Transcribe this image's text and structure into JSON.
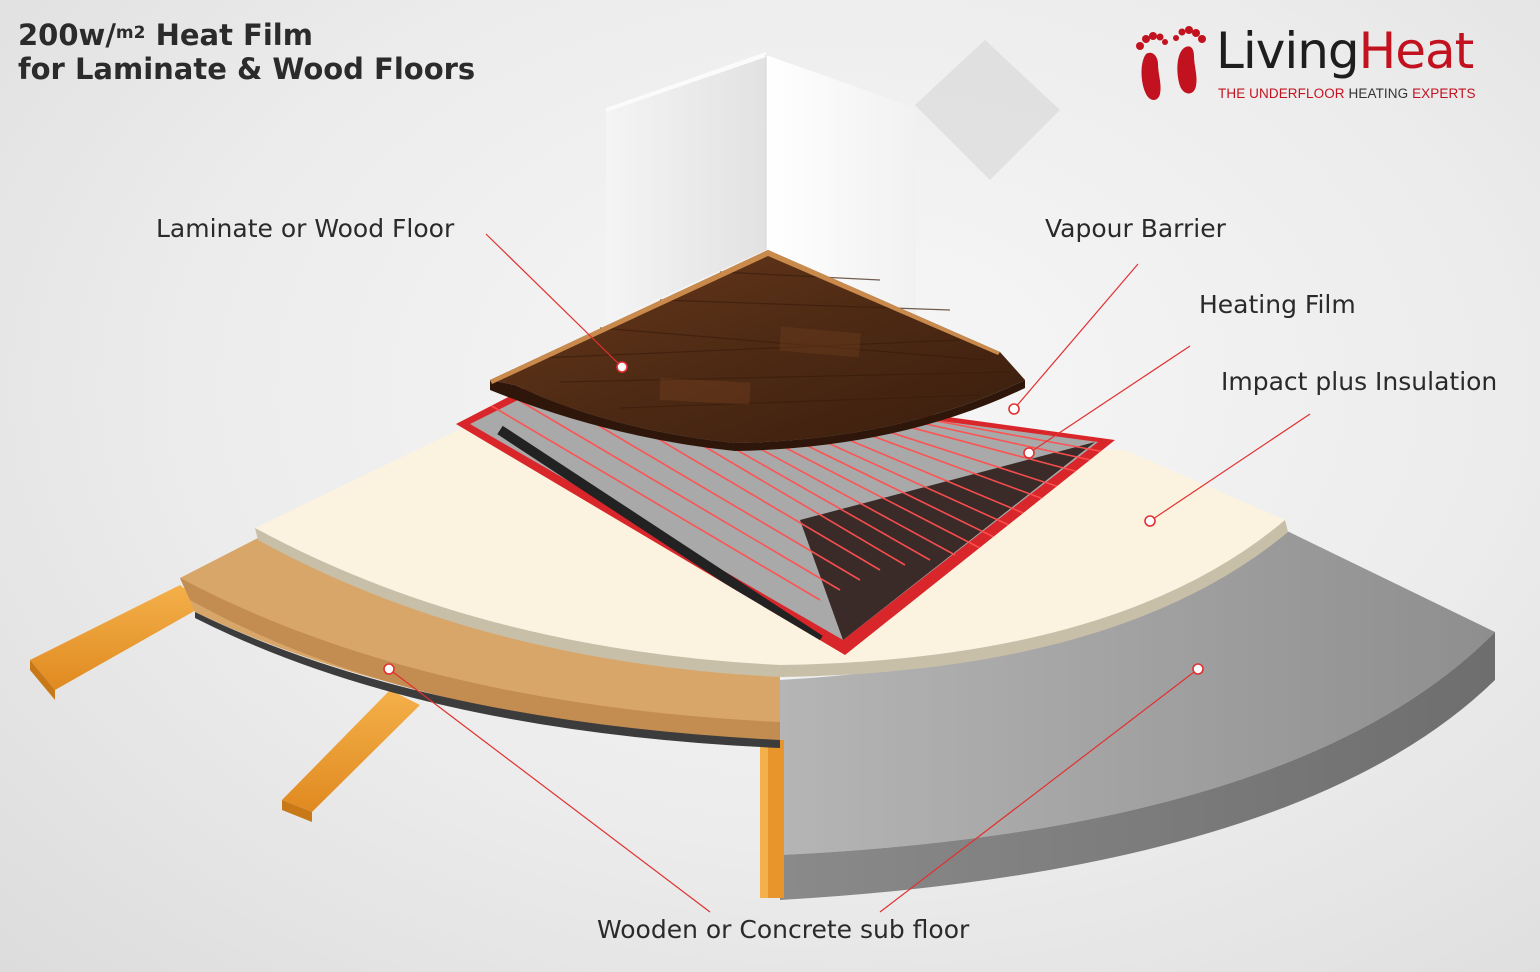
{
  "title": {
    "line1_prefix": "200w/",
    "line1_sup": "m2",
    "line1_suffix": " Heat Film",
    "line2": "for Laminate & Wood Floors"
  },
  "brand": {
    "name_part1": "Living",
    "name_part2": "Heat",
    "tagline_part1": "THE UNDERFLOOR ",
    "tagline_part2": "HEATING",
    "tagline_part3": " EXPERTS",
    "logo_icon": "footprints-icon",
    "accent_color": "#c3121f"
  },
  "labels": {
    "laminate": "Laminate or Wood Floor",
    "vapour": "Vapour Barrier",
    "heating_film": "Heating Film",
    "insulation": "Impact plus Insulation",
    "subfloor": "Wooden or Concrete sub floor"
  },
  "colors": {
    "leader_line": "#e23030",
    "heating_film_red": "#d8262b",
    "wood_floor": "#5a3218",
    "insulation": "#fbf3e0",
    "timber_subfloor": "#d9a66a",
    "concrete": "#9a9a9a"
  }
}
